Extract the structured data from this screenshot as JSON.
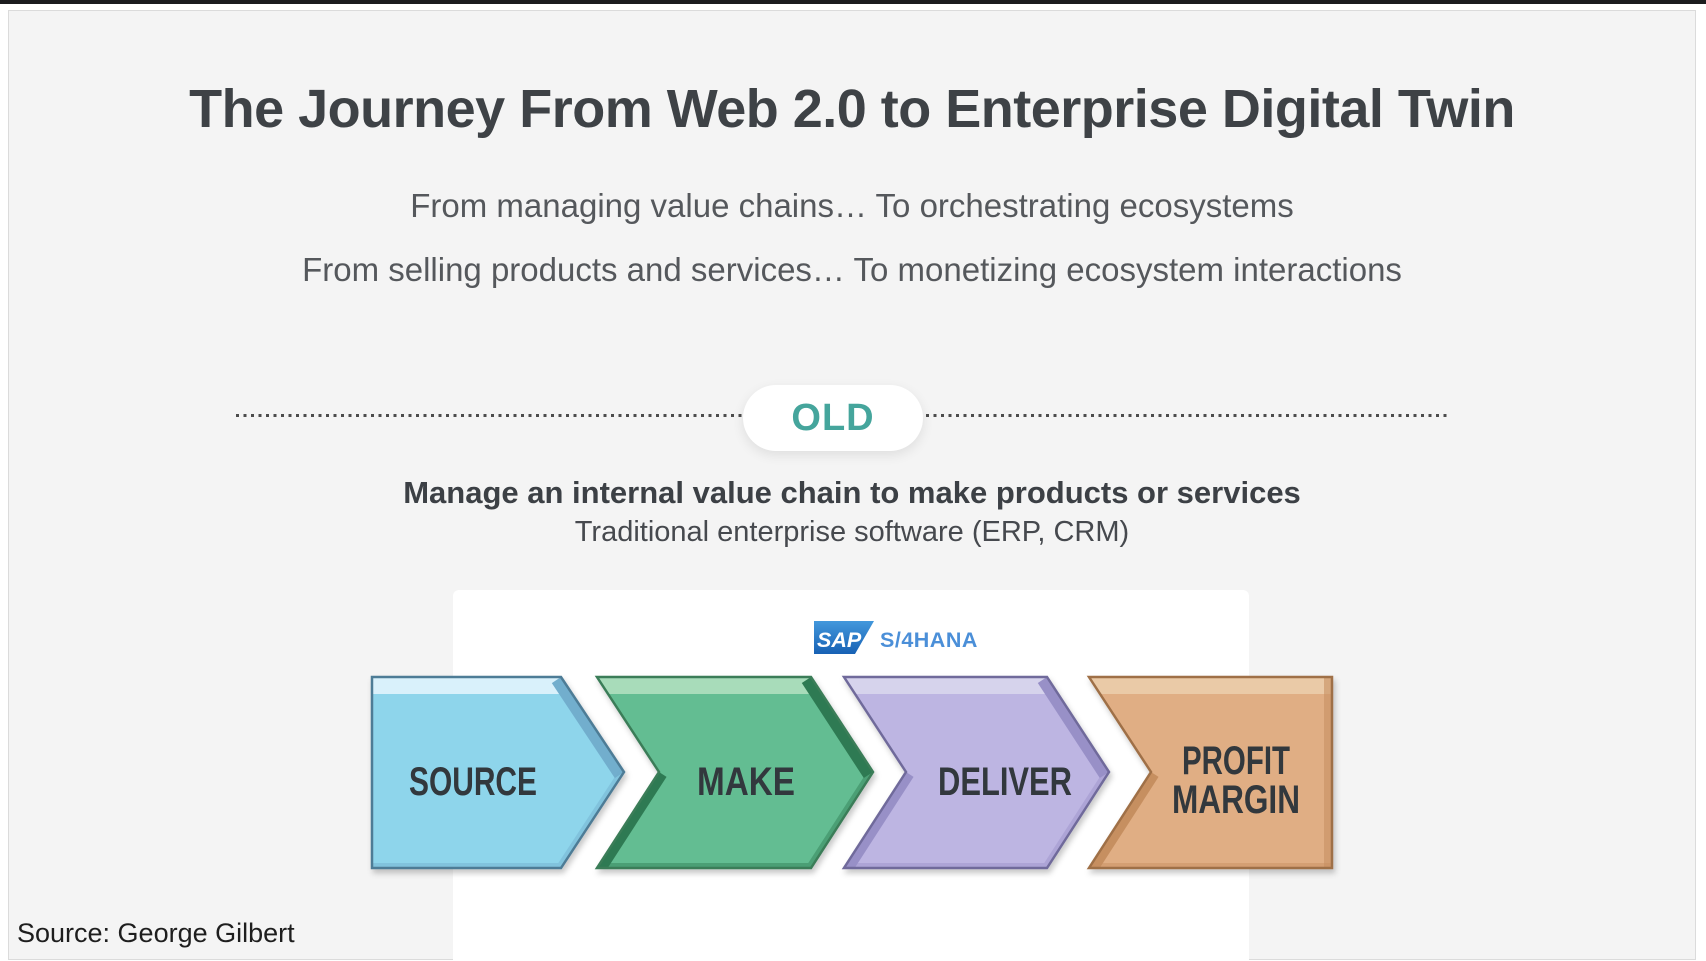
{
  "slide": {
    "title": "The Journey From Web 2.0 to Enterprise Digital Twin",
    "subtitle_line1": "From managing value chains… To orchestrating ecosystems",
    "subtitle_line2": "From selling products and services… To monetizing ecosystem interactions",
    "source_credit": "Source: George Gilbert"
  },
  "era_divider": {
    "label": "OLD",
    "label_color": "#45A59C"
  },
  "old_era": {
    "heading": "Manage an internal value chain to make products or services",
    "subheading": "Traditional enterprise software (ERP, CRM)"
  },
  "sap_logo": {
    "brand": "SAP",
    "product": "S/4HANA",
    "brand_bg_top": "#4398DC",
    "brand_bg_bottom": "#1761B4",
    "brand_text_color": "#FFFFFF",
    "product_color": "#4B8FD8"
  },
  "value_chain": {
    "diagram_type": "process-chevrons",
    "label_color": "#33383C",
    "steps": [
      {
        "label": "SOURCE",
        "colors": {
          "body": "#8ED5EB",
          "band": "#D9F1FB",
          "border": "#4D7C96",
          "bevel": "#72AECD"
        }
      },
      {
        "label": "MAKE",
        "colors": {
          "body": "#63BD92",
          "band": "#A8DCBA",
          "border": "#3A7D58",
          "bevel": "#2F7A52"
        }
      },
      {
        "label": "DELIVER",
        "colors": {
          "body": "#BDB5E2",
          "band": "#D6D3EC",
          "border": "#6F6B9B",
          "bevel": "#9890C7"
        }
      },
      {
        "label": "PROFIT MARGIN",
        "label_lines": [
          "PROFIT",
          "MARGIN"
        ],
        "colors": {
          "body": "#E0AE84",
          "band": "#EACAA7",
          "border": "#9F6F47",
          "bevel": "#C68F61"
        }
      }
    ]
  }
}
